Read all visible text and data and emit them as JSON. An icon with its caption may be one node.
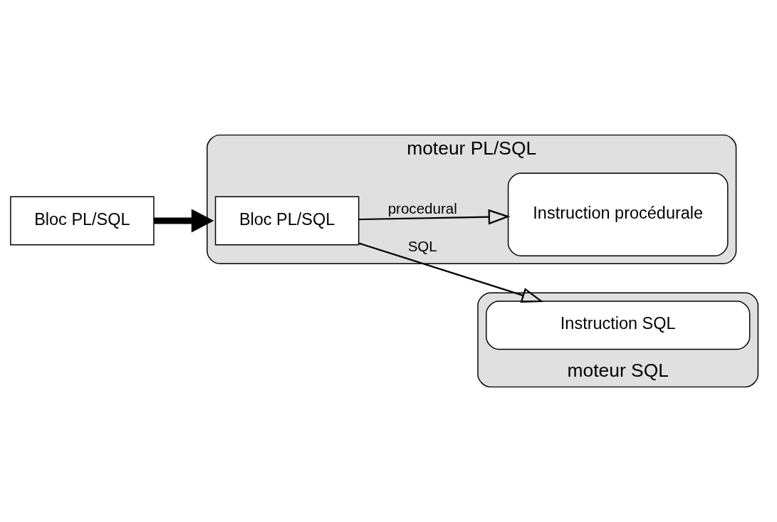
{
  "diagram": {
    "nodes": [
      {
        "text": [
          "Bloc PL/SQL"
        ]
      },
      {
        "text": [
          "moteur PL/SQL"
        ]
      },
      {
        "text": [
          "Bloc PL/SQL"
        ],
        "in": 1
      },
      {
        "text": [
          "Instruction procédurale"
        ],
        "in": 1
      },
      {
        "text": [
          "moteur SQL"
        ]
      },
      {
        "text": [
          "Instruction SQL"
        ],
        "in": 4
      }
    ],
    "edges": [
      {
        "from": 0,
        "to": 1,
        "arrow": "to",
        "style": "thick"
      },
      {
        "from": 2,
        "to": 3,
        "arrow": "to",
        "label": "procedural"
      },
      {
        "from": 2,
        "to": 5,
        "arrow": "to",
        "label": "SQL"
      }
    ]
  }
}
